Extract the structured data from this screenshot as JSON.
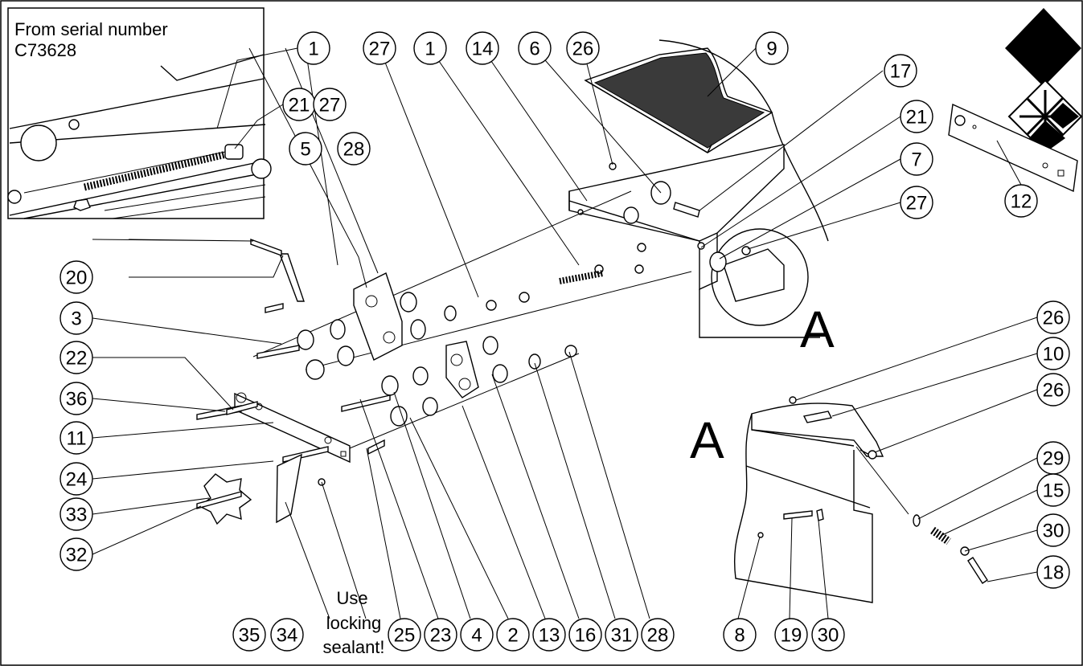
{
  "inset_caption": {
    "line1": "From serial number",
    "line2": "C73628"
  },
  "detail_letter": "A",
  "note": {
    "line1": "Use",
    "line2": "locking",
    "line3": "sealant!"
  },
  "callouts": {
    "inset_1": "1",
    "inset_21": "21",
    "inset_27": "27",
    "top_27": "27",
    "top_1": "1",
    "top_14": "14",
    "top_6": "6",
    "top_26": "26",
    "top_9": "9",
    "r_17": "17",
    "r_21": "21",
    "r_7": "7",
    "r_27": "27",
    "r_12": "12",
    "l_5": "5",
    "l_28": "28",
    "l_20": "20",
    "l_3": "3",
    "l_22": "22",
    "l_36": "36",
    "l_11": "11",
    "l_24": "24",
    "l_33": "33",
    "l_32": "32",
    "b_35": "35",
    "b_34": "34",
    "b_25": "25",
    "b_23": "23",
    "b_4": "4",
    "b_2": "2",
    "b_13": "13",
    "b_16": "16",
    "b_31": "31",
    "b_28": "28",
    "b_8": "8",
    "b_19": "19",
    "b_30": "30",
    "d_26a": "26",
    "d_10": "10",
    "d_26b": "26",
    "d_29": "29",
    "d_15": "15",
    "d_30": "30",
    "d_18": "18"
  }
}
